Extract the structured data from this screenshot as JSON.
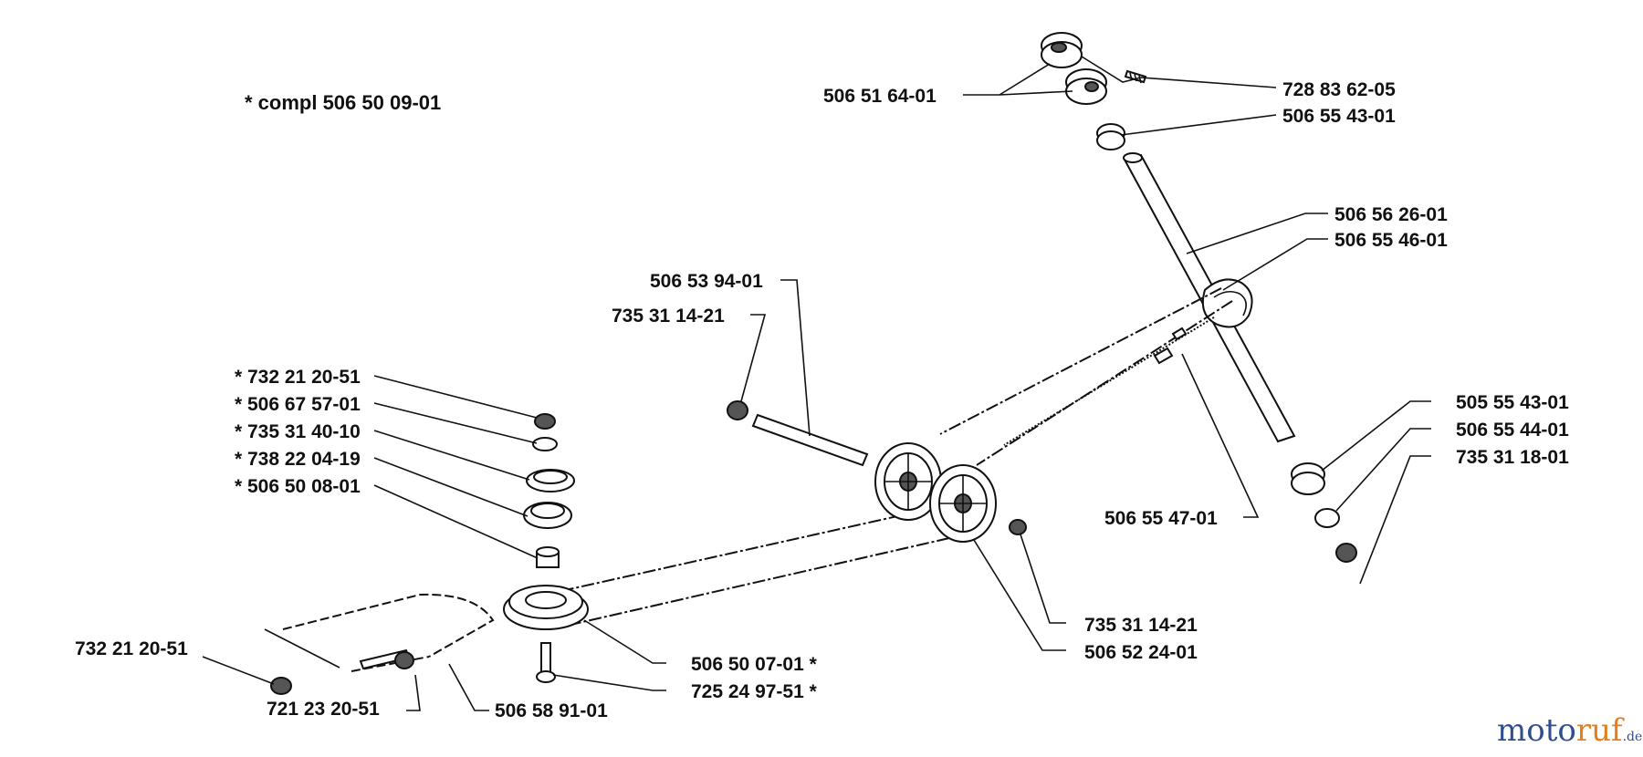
{
  "note": "*  compl 506 50 09-01",
  "labels": {
    "p728836205": "728 83 62-05",
    "p506516401": "506 51 64-01",
    "p506554301_top": "506 55 43-01",
    "p506562601": "506 56 26-01",
    "p506554601": "506 55 46-01",
    "p506539401": "506 53 94-01",
    "p735311421_left": "735 31 14-21",
    "p732212051_star": "*  732 21 20-51",
    "p506675701": "*  506 67 57-01",
    "p735314010": "*  735 31 40-10",
    "p738220419": "*  738 22 04-19",
    "p506500801": "*  506 50 08-01",
    "p505554301": "505 55 43-01",
    "p506554401": "506 55 44-01",
    "p735311801": "735 31 18-01",
    "p506554701": "506 55 47-01",
    "p735311421_right": "735 31 14-21",
    "p506522401": "506 52 24-01",
    "p506500701": "506 50 07-01  *",
    "p725249751": "725 24 97-51  *",
    "p732212051": "732 21 20-51",
    "p721232051": "721 23 20-51",
    "p506589101": "506 58 91-01"
  },
  "watermark": {
    "part1": "moto",
    "part2": "ruf",
    "part3": ".de"
  }
}
